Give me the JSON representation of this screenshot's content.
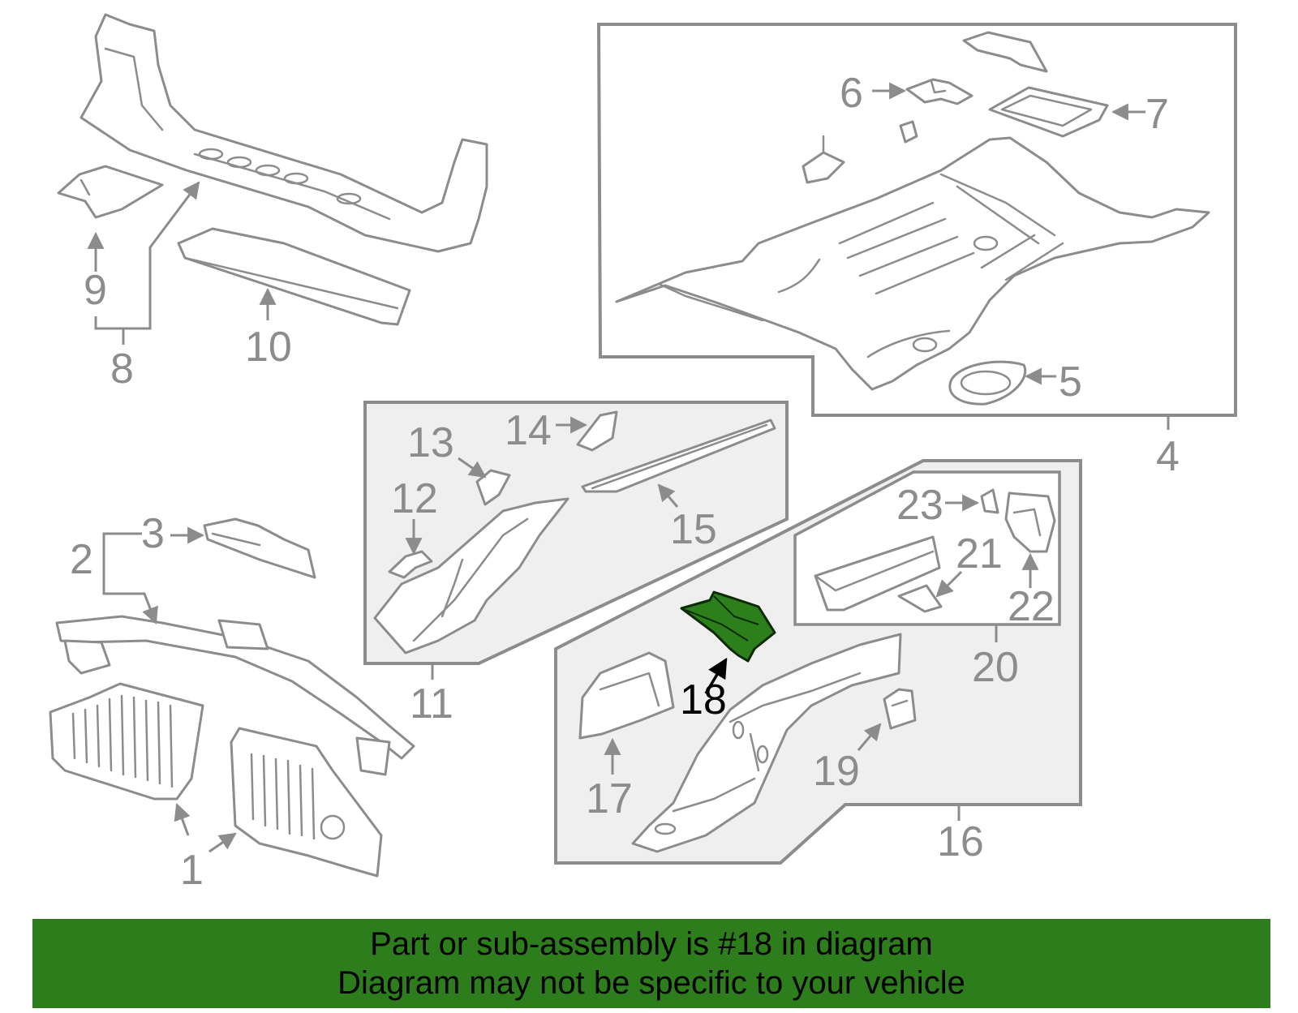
{
  "callouts": {
    "c1": "1",
    "c2": "2",
    "c3": "3",
    "c4": "4",
    "c5": "5",
    "c6": "6",
    "c7": "7",
    "c8": "8",
    "c9": "9",
    "c10": "10",
    "c11": "11",
    "c12": "12",
    "c13": "13",
    "c14": "14",
    "c15": "15",
    "c16": "16",
    "c17": "17",
    "c18": "18",
    "c19": "19",
    "c20": "20",
    "c21": "21",
    "c22": "22",
    "c23": "23"
  },
  "highlight": {
    "part_number": "18",
    "color": "#2e7d1c"
  },
  "banner": {
    "line1": "Part or sub-assembly is #18 in diagram",
    "line2": "Diagram may not be specific to your vehicle",
    "background": "#2e7d1c"
  }
}
